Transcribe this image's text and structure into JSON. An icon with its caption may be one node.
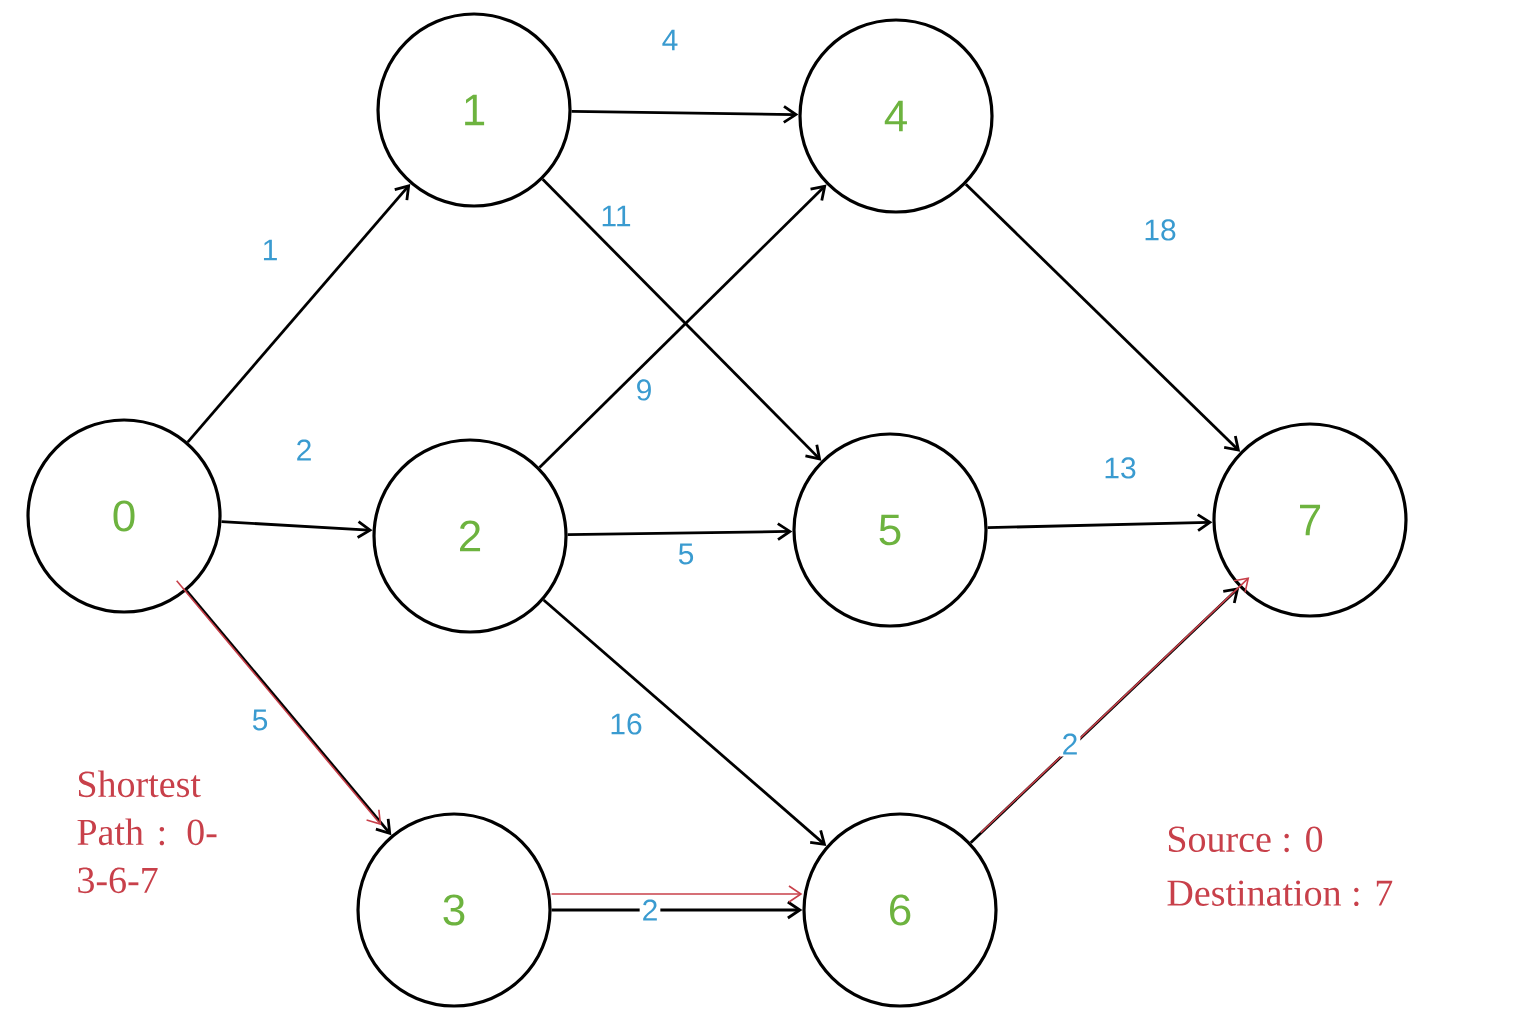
{
  "diagram": {
    "nodes": [
      {
        "text": [
          "0"
        ]
      },
      {
        "text": [
          "1"
        ]
      },
      {
        "text": [
          "2"
        ]
      },
      {
        "text": [
          "3"
        ]
      },
      {
        "text": [
          "4"
        ]
      },
      {
        "text": [
          "5"
        ]
      },
      {
        "text": [
          "6"
        ]
      },
      {
        "text": [
          "7"
        ]
      }
    ],
    "edges": [
      {
        "from": 0,
        "to": 1,
        "arrow": "to",
        "label": "1"
      },
      {
        "from": 0,
        "to": 2,
        "arrow": "to",
        "label": "2"
      },
      {
        "from": 0,
        "to": 3,
        "arrow": "to",
        "label": "5"
      },
      {
        "from": 1,
        "to": 4,
        "arrow": "to",
        "label": "4"
      },
      {
        "from": 1,
        "to": 5,
        "arrow": "to",
        "label": "11"
      },
      {
        "from": 2,
        "to": 4,
        "arrow": "to",
        "label": "9"
      },
      {
        "from": 2,
        "to": 5,
        "arrow": "to",
        "label": "5"
      },
      {
        "from": 2,
        "to": 6,
        "arrow": "to",
        "label": "16"
      },
      {
        "from": 3,
        "to": 6,
        "arrow": "to",
        "label": "2"
      },
      {
        "from": 4,
        "to": 7,
        "arrow": "to",
        "label": "18"
      },
      {
        "from": 5,
        "to": 7,
        "arrow": "to",
        "label": "13"
      },
      {
        "from": 6,
        "to": 7,
        "arrow": "to",
        "label": "2"
      },
      {
        "from": 0,
        "to": 3,
        "arrow": "to",
        "color": "#c8404a"
      },
      {
        "from": 3,
        "to": 6,
        "arrow": "to",
        "color": "#c8404a"
      },
      {
        "from": 6,
        "to": 7,
        "arrow": "to",
        "color": "#c8404a"
      }
    ],
    "labels": [
      "Shortest Path : 0-3-6-7",
      "Source : 0",
      "Destination : 7"
    ]
  }
}
